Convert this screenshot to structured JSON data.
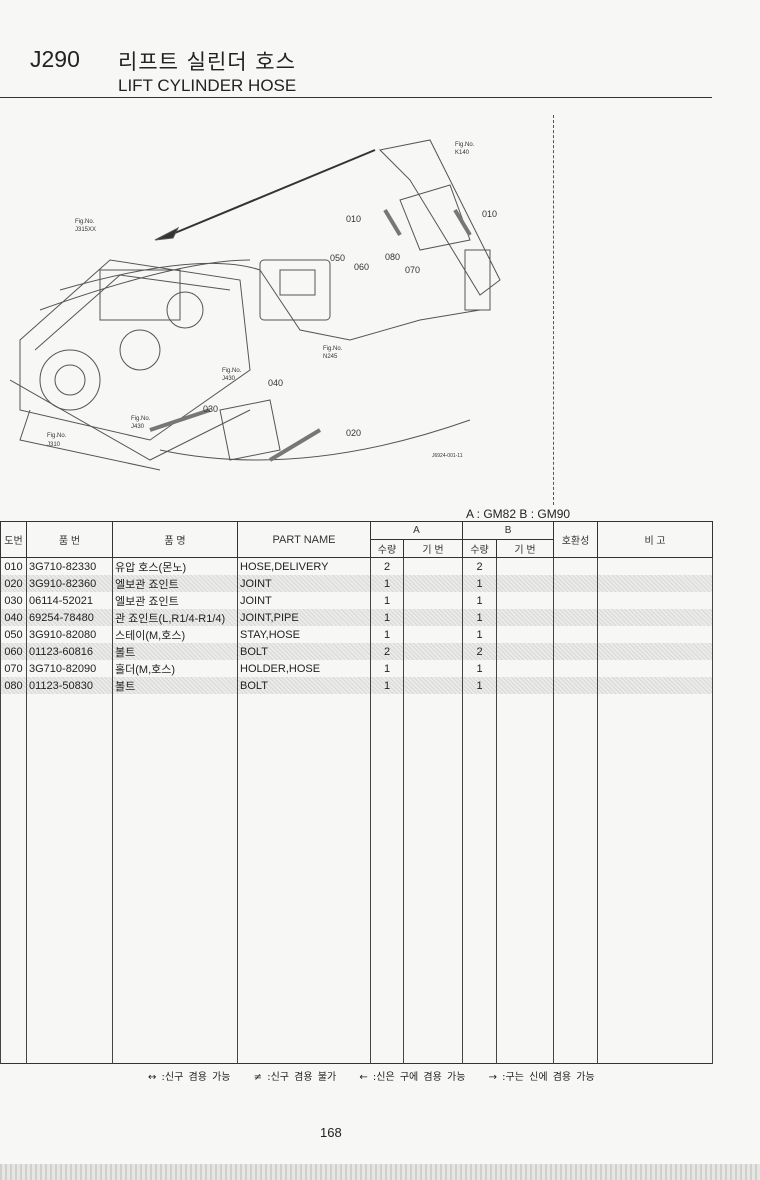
{
  "header": {
    "code": "J290",
    "title_ko": "리프트 실린더 호스",
    "title_en": "LIFT CYLINDER HOSE"
  },
  "diagram": {
    "callouts": [
      "010",
      "010",
      "020",
      "030",
      "040",
      "050",
      "060",
      "070",
      "080"
    ],
    "fig_refs": [
      {
        "label": "Fig.No.",
        "ref": "K140"
      },
      {
        "label": "Fig.No.",
        "ref": "J315XX"
      },
      {
        "label": "Fig.No.",
        "ref": "N245"
      },
      {
        "label": "Fig.No.",
        "ref": "J430"
      },
      {
        "label": "Fig.No.",
        "ref": "J430"
      },
      {
        "label": "Fig.No.",
        "ref": "J310"
      }
    ],
    "drawing_no": "J6924-001-11"
  },
  "models": "A : GM82   B : GM90",
  "table": {
    "headers": {
      "no": "도번",
      "part_no": "품 번",
      "name_ko": "품 명",
      "part_name": "PART NAME",
      "a": "A",
      "b": "B",
      "qty": "수량",
      "serial": "기 번",
      "compat": "호환성",
      "remarks": "비 고"
    },
    "rows": [
      {
        "no": "010",
        "part_no": "3G710-82330",
        "name_ko": "유압 호스(몬노)",
        "part_name": "HOSE,DELIVERY",
        "qty_a": "2",
        "qty_b": "2"
      },
      {
        "no": "020",
        "part_no": "3G910-82360",
        "name_ko": "엘보관 죠인트",
        "part_name": "JOINT",
        "qty_a": "1",
        "qty_b": "1"
      },
      {
        "no": "030",
        "part_no": "06114-52021",
        "name_ko": "엘보관 죠인트",
        "part_name": "JOINT",
        "qty_a": "1",
        "qty_b": "1"
      },
      {
        "no": "040",
        "part_no": "69254-78480",
        "name_ko": "관 죠인트(L,R1/4-R1/4)",
        "part_name": "JOINT,PIPE",
        "qty_a": "1",
        "qty_b": "1"
      },
      {
        "no": "050",
        "part_no": "3G910-82080",
        "name_ko": "스테이(M,호스)",
        "part_name": "STAY,HOSE",
        "qty_a": "1",
        "qty_b": "1"
      },
      {
        "no": "060",
        "part_no": "01123-60816",
        "name_ko": "볼트",
        "part_name": "BOLT",
        "qty_a": "2",
        "qty_b": "2"
      },
      {
        "no": "070",
        "part_no": "3G710-82090",
        "name_ko": "홀더(M,호스)",
        "part_name": "HOLDER,HOSE",
        "qty_a": "1",
        "qty_b": "1"
      },
      {
        "no": "080",
        "part_no": "01123-50830",
        "name_ko": "볼트",
        "part_name": "BOLT",
        "qty_a": "1",
        "qty_b": "1"
      }
    ]
  },
  "legend": [
    "↔ :신구 겸용 가능",
    "≠ :신구 겸용 불가",
    "← :신은 구에 겸용 가능",
    "→ :구는 신에 겸용 가능"
  ],
  "page_number": "168"
}
